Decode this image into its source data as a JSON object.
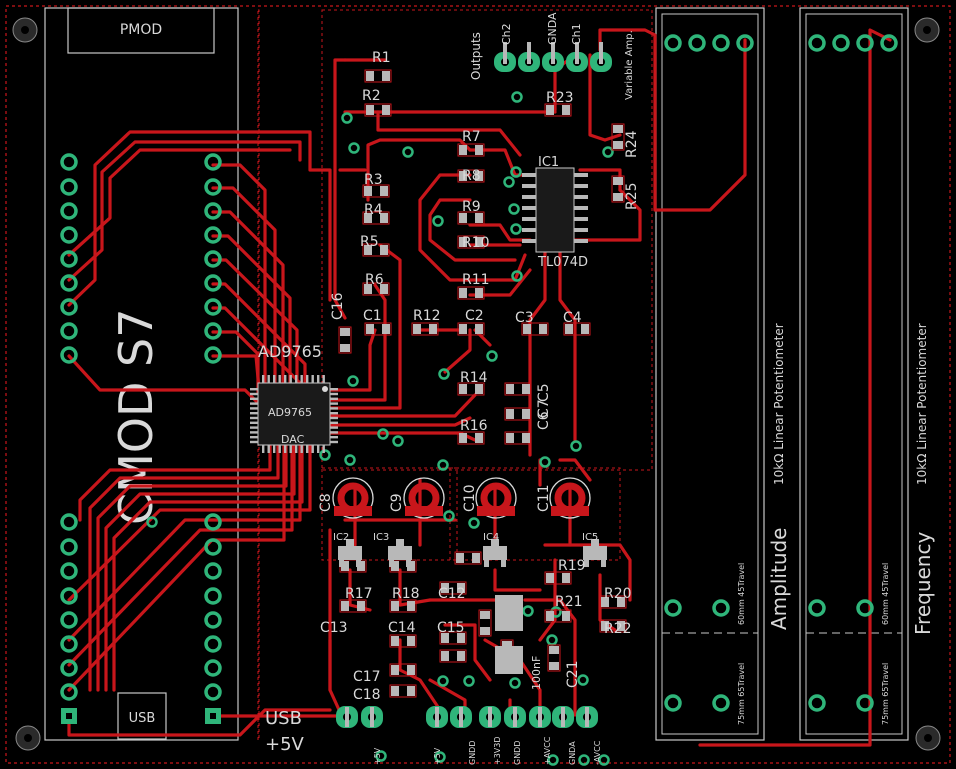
{
  "board": {
    "module_label": "CMOD S7",
    "pmod_label": "PMOD",
    "usb_label": "USB",
    "power_label_usb": "USB",
    "power_label_5v": "+5V",
    "dac_chip_name": "AD9765",
    "dac_chip_sub": "DAC",
    "opamp_name": "IC1",
    "opamp_value": "TL074D",
    "outputs_label": "Outputs",
    "variable_amp_label": "Variable Amp.",
    "amplitude_label": "Amplitude",
    "frequency_label": "Frequency",
    "pot_desc": "10kΩ Linear Potentiometer",
    "pot_travel_a": "75mm 65Travel",
    "pot_travel_b": "60mm 45Travel",
    "cap_100nf": "100nF"
  },
  "header_pins": [
    "Ch2",
    "GNDA",
    "Ch1"
  ],
  "bottom_pins": [
    "+5V",
    "+5V",
    "GNDD",
    "+3V3D",
    "GNDD",
    "+AVCC",
    "GNDA",
    "-AVCC"
  ],
  "refs": {
    "R1": "R1",
    "R2": "R2",
    "R3": "R3",
    "R4": "R4",
    "R5": "R5",
    "R6": "R6",
    "R7": "R7",
    "R8": "R8",
    "R9": "R9",
    "R10": "R10",
    "R11": "R11",
    "R12": "R12",
    "R14": "R14",
    "R16": "R16",
    "R17": "R17",
    "R18": "R18",
    "R19": "R19",
    "R20": "R20",
    "R21": "R21",
    "R22": "R22",
    "R23": "R23",
    "R24": "R24",
    "R25": "R25",
    "C1": "C1",
    "C2": "C2",
    "C3": "C3",
    "C4": "C4",
    "C5": "C5",
    "C6": "C6",
    "C7": "C7",
    "C8": "C8",
    "C9": "C9",
    "C10": "C10",
    "C11": "C11",
    "C12": "C12",
    "C13": "C13",
    "C14": "C14",
    "C15": "C15",
    "C16": "C16",
    "C17": "C17",
    "C18": "C18",
    "C21": "C21",
    "IC2": "IC2",
    "IC3": "IC3",
    "IC4": "IC4",
    "IC5": "IC5",
    "AD9765": "AD9765"
  },
  "colors": {
    "background": "#000000",
    "copper": "#c8161b",
    "pad": "#2fb57a",
    "silk": "#d9d9d9",
    "smd": "#b8b8b8",
    "outline": "#c8c8c8"
  }
}
